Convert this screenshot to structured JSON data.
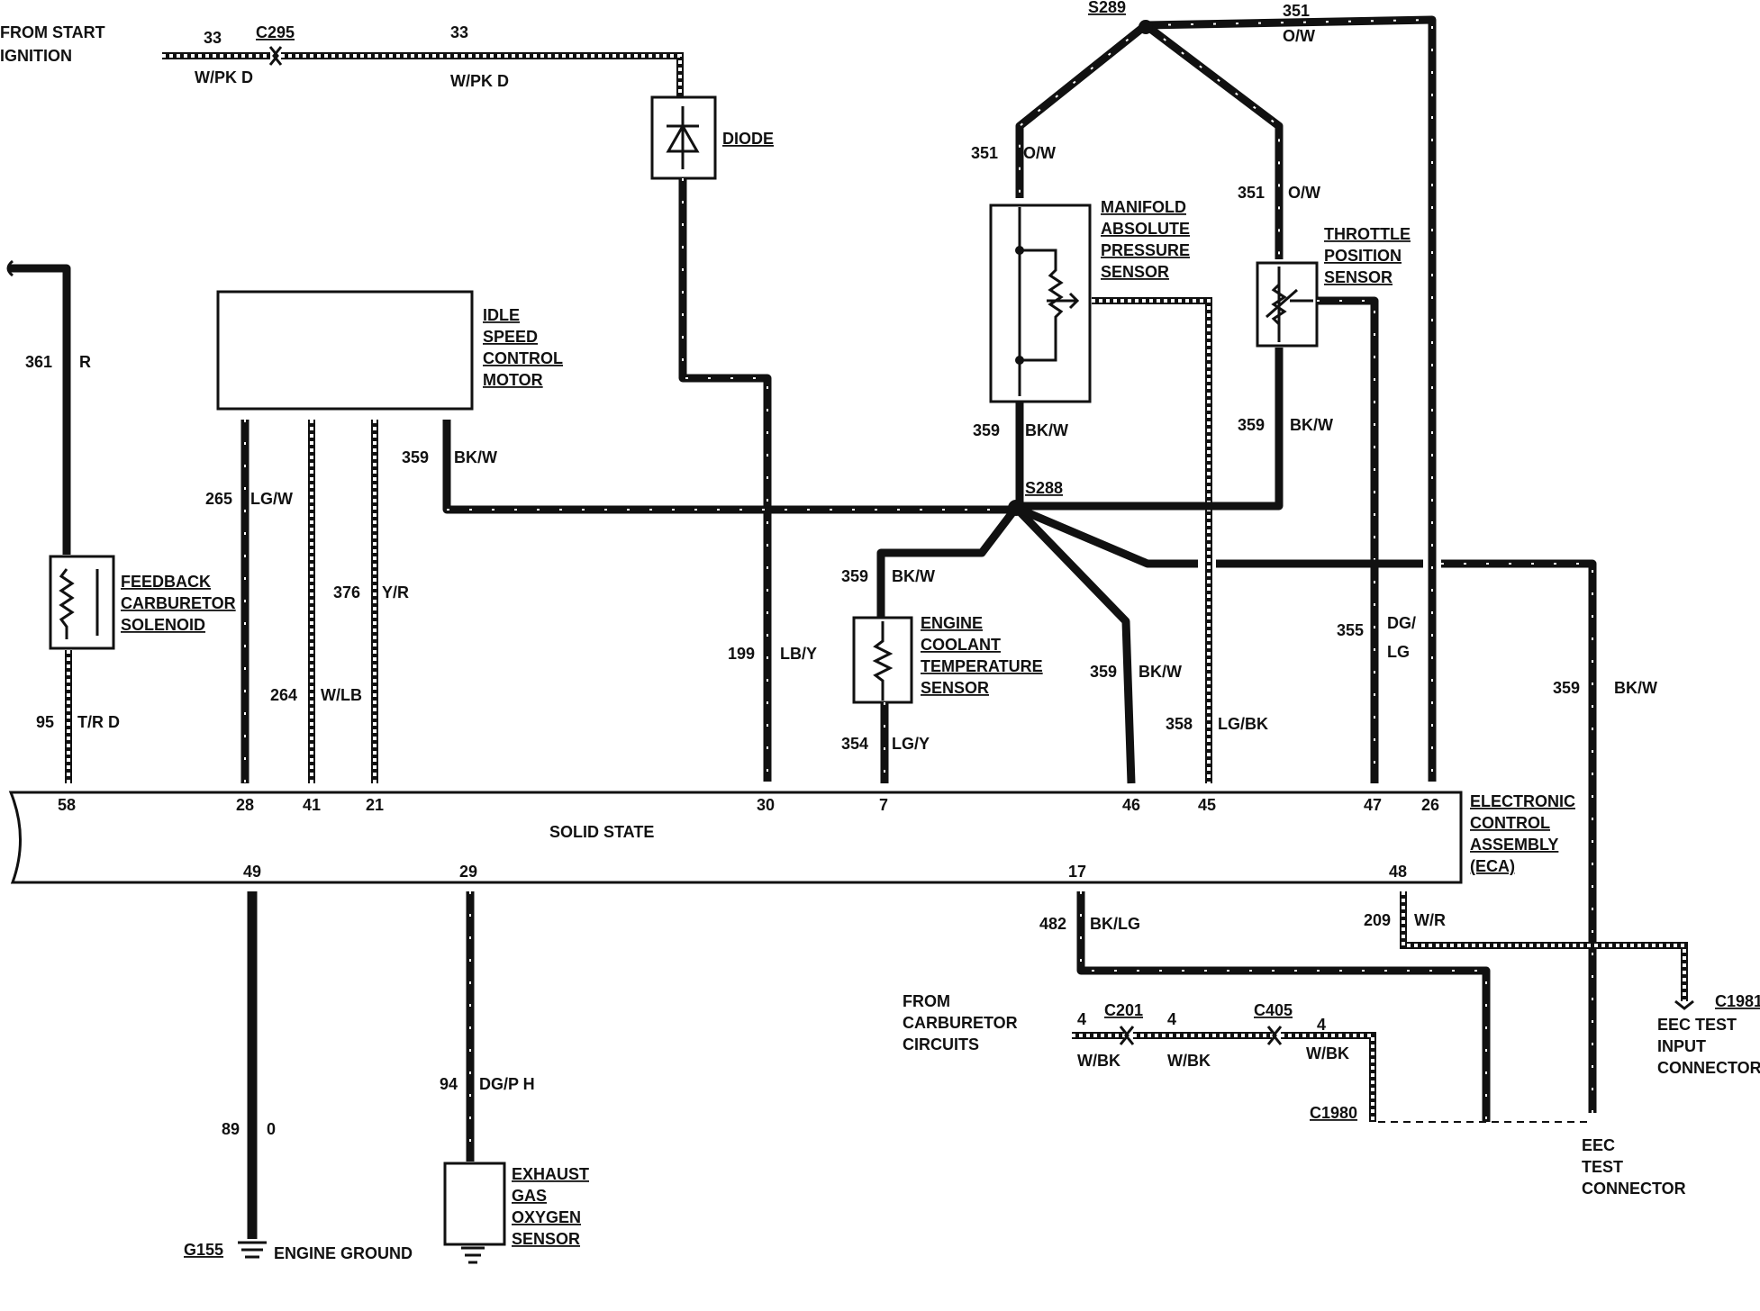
{
  "source_labels": {
    "from_start": "FROM START",
    "ignition": "IGNITION",
    "from_carb_1": "FROM",
    "from_carb_2": "CARBURETOR",
    "from_carb_3": "CIRCUITS"
  },
  "connectors": {
    "c295": "C295",
    "c201": "C201",
    "c405": "C405",
    "c1980": "C1980",
    "c1981": "C1981"
  },
  "splices": {
    "s289": "S289",
    "s288": "S288"
  },
  "grounds": {
    "g155": "G155",
    "engine_ground": "ENGINE GROUND"
  },
  "components": {
    "diode": [
      "DIODE"
    ],
    "idle_speed_control_motor": [
      "IDLE",
      "SPEED",
      "CONTROL",
      "MOTOR"
    ],
    "map_sensor": [
      "MANIFOLD",
      "ABSOLUTE",
      "PRESSURE",
      "SENSOR"
    ],
    "throttle_position_sensor": [
      "THROTTLE",
      "POSITION",
      "SENSOR"
    ],
    "feedback_carburetor_solenoid": [
      "FEEDBACK",
      "CARBURETOR",
      "SOLENOID"
    ],
    "engine_coolant_temperature_sensor": [
      "ENGINE",
      "COOLANT",
      "TEMPERATURE",
      "SENSOR"
    ],
    "eca": [
      "ELECTRONIC",
      "CONTROL",
      "ASSEMBLY",
      "(ECA)"
    ],
    "exhaust_gas_oxygen_sensor": [
      "EXHAUST",
      "GAS",
      "OXYGEN",
      "SENSOR"
    ],
    "eec_test_input_connector": [
      "EEC TEST",
      "INPUT",
      "CONNECTOR"
    ],
    "eec_test_connector": [
      "EEC",
      "TEST",
      "CONNECTOR"
    ]
  },
  "eca_body": {
    "label": "SOLID STATE"
  },
  "eca_pins_top": [
    "58",
    "28",
    "41",
    "21",
    "30",
    "7",
    "46",
    "45",
    "47",
    "26"
  ],
  "eca_pins_bottom": [
    "49",
    "29",
    "17",
    "48"
  ],
  "wires": {
    "w33a_num": "33",
    "w33a_color": "W/PK D",
    "w33b_num": "33",
    "w33b_color": "W/PK D",
    "w351_top_num": "351",
    "w351_top_color": "O/W",
    "w351_map_num": "351",
    "w351_map_color": "O/W",
    "w351_tps_num": "351",
    "w351_tps_color": "O/W",
    "w361_num": "361",
    "w361_color": "R",
    "w359_map_num": "359",
    "w359_map_color": "BK/W",
    "w359_tps_num": "359",
    "w359_tps_color": "BK/W",
    "w359_isc_num": "359",
    "w359_isc_color": "BK/W",
    "w265_num": "265",
    "w265_color": "LG/W",
    "w376_num": "376",
    "w376_color": "Y/R",
    "w264_num": "264",
    "w264_color": "W/LB",
    "w199_num": "199",
    "w199_color": "LB/Y",
    "w359_ect_num": "359",
    "w359_ect_color": "BK/W",
    "w359_46_num": "359",
    "w359_46_color": "BK/W",
    "w358_num": "358",
    "w358_color": "LG/BK",
    "w355_num": "355",
    "w355_color_1": "DG/",
    "w355_color_2": "LG",
    "w359_right_num": "359",
    "w359_right_color": "BK/W",
    "w95_num": "95",
    "w95_color": "T/R D",
    "w354_num": "354",
    "w354_color": "LG/Y",
    "w89_num": "89",
    "w89_color": "0",
    "w94_num": "94",
    "w94_color": "DG/P H",
    "w482_num": "482",
    "w482_color": "BK/LG",
    "w209_num": "209",
    "w209_color": "W/R",
    "w4a_num": "4",
    "w4a_color": "W/BK",
    "w4b_num": "4",
    "w4b_color": "W/BK",
    "w4c_num": "4",
    "w4c_color": "W/BK"
  }
}
